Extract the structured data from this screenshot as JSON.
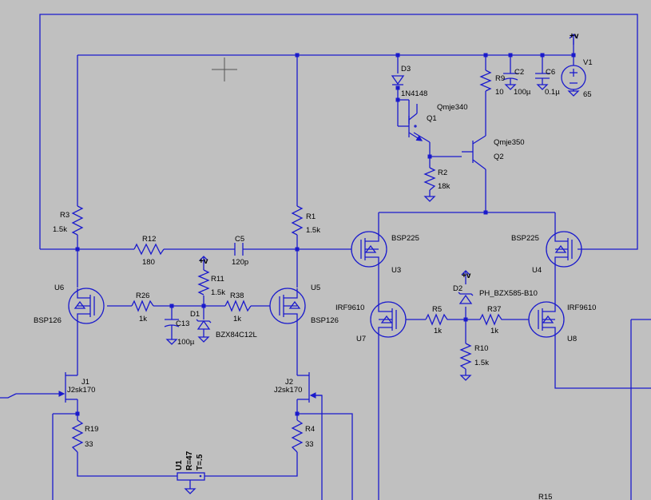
{
  "labels": {
    "d3": "D3",
    "d3_val": "1N4148",
    "q1": "Q1",
    "q1_val": "Qmje340",
    "q2": "Q2",
    "q2_val": "Qmje350",
    "r9": "R9",
    "r9_val": "10",
    "c2": "C2",
    "c2_val": "100µ",
    "c6": "C6",
    "c6_val": "0.1µ",
    "v1": "V1",
    "v1_val": "65",
    "vplus": "+v",
    "r2": "R2",
    "r2_val": "18k",
    "r3": "R3",
    "r3_val": "1.5k",
    "r1": "R1",
    "r1_val": "1.5k",
    "r12": "R12",
    "r12_val": "180",
    "c5": "C5",
    "c5_val": "120p",
    "u3": "U3",
    "u3_val": "BSP225",
    "u4": "U4",
    "u4_val": "BSP225",
    "u6": "U6",
    "u6_val": "BSP126",
    "u5": "U5",
    "u5_val": "BSP126",
    "r26": "R26",
    "r26_val": "1k",
    "r11": "R11",
    "r11_val": "1.5k",
    "r38": "R38",
    "r38_val": "1k",
    "d1": "D1",
    "d1_val": "BZX84C12L",
    "c13": "C13",
    "c13_val": "100µ",
    "d2": "D2",
    "d2_val": "PH_BZX585-B10",
    "u7": "U7",
    "u7_val": "IRF9610",
    "u8": "U8",
    "u8_val": "IRF9610",
    "r5": "R5",
    "r5_val": "1k",
    "r37": "R37",
    "r37_val": "1k",
    "r10": "R10",
    "r10_val": "1.5k",
    "j1": "J1",
    "j1_val": "J2sk170",
    "j2": "J2",
    "j2_val": "J2sk170",
    "r19": "R19",
    "r19_val": "33",
    "r4": "R4",
    "r4_val": "33",
    "u1": "U1",
    "u1_r": "R=47",
    "u1_t": "T=.5",
    "r15": "R15"
  },
  "colors": {
    "wire": "#1a1acc",
    "background": "#c0c0c0"
  }
}
